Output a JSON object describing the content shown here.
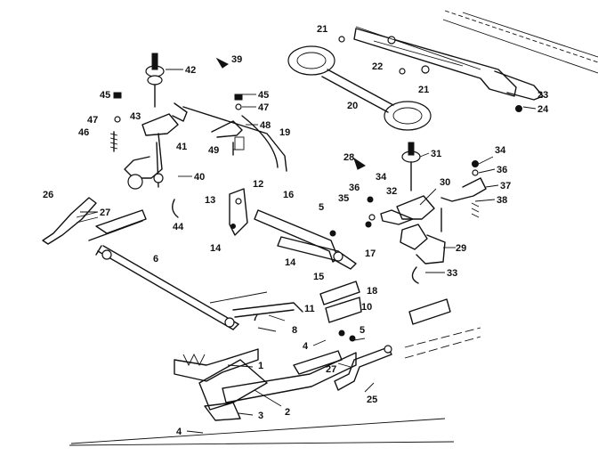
{
  "diagram": {
    "callouts": [
      {
        "id": "c1",
        "text": "1"
      },
      {
        "id": "c2",
        "text": "2"
      },
      {
        "id": "c3",
        "text": "3"
      },
      {
        "id": "c4a",
        "text": "4"
      },
      {
        "id": "c4b",
        "text": "4"
      },
      {
        "id": "c5a",
        "text": "5"
      },
      {
        "id": "c5b",
        "text": "5"
      },
      {
        "id": "c6",
        "text": "6"
      },
      {
        "id": "c7",
        "text": "7"
      },
      {
        "id": "c8",
        "text": "8"
      },
      {
        "id": "c10",
        "text": "10"
      },
      {
        "id": "c11",
        "text": "11"
      },
      {
        "id": "c12",
        "text": "12"
      },
      {
        "id": "c13",
        "text": "13"
      },
      {
        "id": "c14a",
        "text": "14"
      },
      {
        "id": "c14b",
        "text": "14"
      },
      {
        "id": "c15",
        "text": "15"
      },
      {
        "id": "c16",
        "text": "16"
      },
      {
        "id": "c17",
        "text": "17"
      },
      {
        "id": "c18",
        "text": "18"
      },
      {
        "id": "c19",
        "text": "19"
      },
      {
        "id": "c20",
        "text": "20"
      },
      {
        "id": "c21a",
        "text": "21"
      },
      {
        "id": "c21b",
        "text": "21"
      },
      {
        "id": "c22",
        "text": "22"
      },
      {
        "id": "c23",
        "text": "23"
      },
      {
        "id": "c24",
        "text": "24"
      },
      {
        "id": "c25",
        "text": "25"
      },
      {
        "id": "c26",
        "text": "26"
      },
      {
        "id": "c27a",
        "text": "27"
      },
      {
        "id": "c27b",
        "text": "27"
      },
      {
        "id": "c28",
        "text": "28"
      },
      {
        "id": "c29",
        "text": "29"
      },
      {
        "id": "c30",
        "text": "30"
      },
      {
        "id": "c31",
        "text": "31"
      },
      {
        "id": "c32",
        "text": "32"
      },
      {
        "id": "c33",
        "text": "33"
      },
      {
        "id": "c34a",
        "text": "34"
      },
      {
        "id": "c34b",
        "text": "34"
      },
      {
        "id": "c35",
        "text": "35"
      },
      {
        "id": "c36a",
        "text": "36"
      },
      {
        "id": "c36b",
        "text": "36"
      },
      {
        "id": "c37",
        "text": "37"
      },
      {
        "id": "c38",
        "text": "38"
      },
      {
        "id": "c39",
        "text": "39"
      },
      {
        "id": "c40",
        "text": "40"
      },
      {
        "id": "c41",
        "text": "41"
      },
      {
        "id": "c42",
        "text": "42"
      },
      {
        "id": "c43",
        "text": "43"
      },
      {
        "id": "c44",
        "text": "44"
      },
      {
        "id": "c45a",
        "text": "45"
      },
      {
        "id": "c45b",
        "text": "45"
      },
      {
        "id": "c46",
        "text": "46"
      },
      {
        "id": "c47a",
        "text": "47"
      },
      {
        "id": "c47b",
        "text": "47"
      },
      {
        "id": "c48",
        "text": "48"
      },
      {
        "id": "c49",
        "text": "49"
      }
    ]
  }
}
